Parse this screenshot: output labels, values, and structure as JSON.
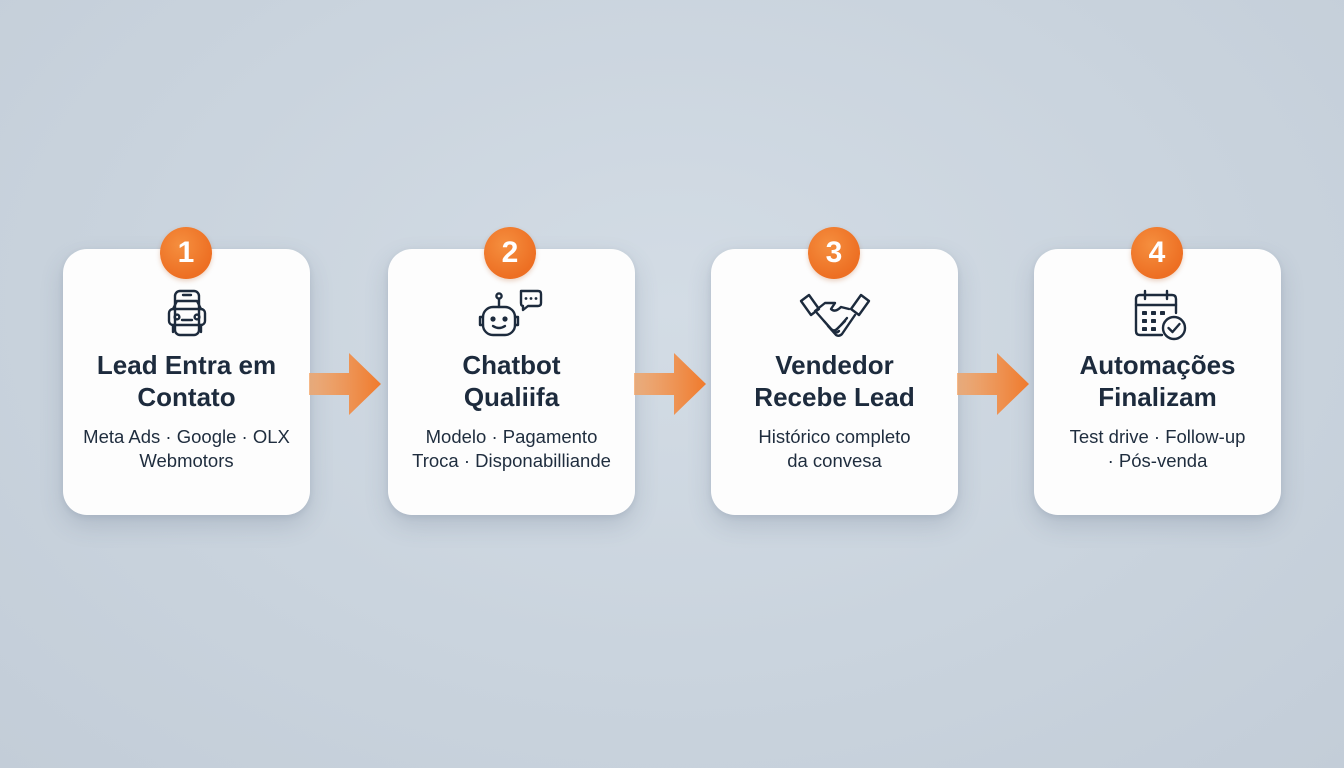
{
  "accent_color": "#f07a2c",
  "steps": [
    {
      "number": "1",
      "icon": "car-icon",
      "title": [
        "Lead Entra em",
        "Contato"
      ],
      "description": [
        "Meta Ads · Google · OLX",
        "Webmotors"
      ]
    },
    {
      "number": "2",
      "icon": "chatbot-icon",
      "title": [
        "Chatbot",
        "Qualiifa"
      ],
      "description": [
        "Modelo · Pagamento",
        "Troca · Disponabilliande"
      ]
    },
    {
      "number": "3",
      "icon": "handshake-icon",
      "title": [
        "Vendedor",
        "Recebe Lead"
      ],
      "description": [
        "Histórico completo",
        "da convesa"
      ]
    },
    {
      "number": "4",
      "icon": "calendar-check-icon",
      "title": [
        "Automações",
        "Finalizam"
      ],
      "description": [
        "Test drive · Follow-up",
        "· Pós-venda"
      ]
    }
  ]
}
